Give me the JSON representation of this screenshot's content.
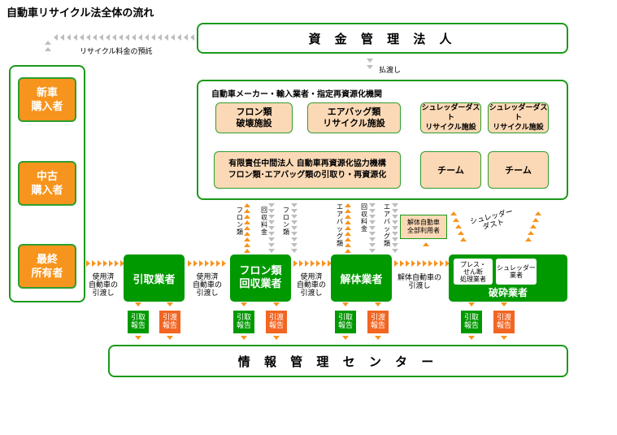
{
  "title": "自動車リサイクル法全体の流れ",
  "fund": {
    "label": "資 金 管 理 法 人",
    "deposit_label": "リサイクル料金の預託",
    "payment_label": "払渡し"
  },
  "makers": {
    "heading": "自動車メーカー・輸入業者・指定再資源化機関",
    "freon_facility": "フロン類\n破壊施設",
    "airbag_facility": "エアバッグ類\nリサイクル施設",
    "shredder_facility_1": "シュレッダーダスト\nリサイクル施設",
    "shredder_facility_2": "シュレッダーダスト\nリサイクル施設",
    "cooperative": "有限責任中間法人 自動車再資源化協力機構\nフロン類･エアバッグ類の引取り・再資源化",
    "team_1": "チーム",
    "team_2": "チーム"
  },
  "owners": {
    "new": "新車\n購入者",
    "used": "中古\n購入者",
    "final": "最終\n所有者"
  },
  "operators": {
    "hikitori": "引取業者",
    "freon": "フロン類\n回収業者",
    "kaitai": "解体業者",
    "hasai": "破砕業者",
    "press": "プレス・\nせん断\n処理業者",
    "shredder": "シュレッダー\n業者"
  },
  "flow_labels": {
    "used_car_1": "使用済\n自動車の\n引渡し",
    "used_car_2": "使用済\n自動車の\n引渡し",
    "used_car_3": "使用済\n自動車の\n引渡し",
    "scrap_car": "解体自動車の\n引渡し",
    "freon_up": "フロン類",
    "freon_fee": "回収料金",
    "freon_down": "フロン類",
    "airbag_up": "エアバッグ類",
    "airbag_fee": "回収料金",
    "airbag_down": "エアバッグ類",
    "shredder_dust": "シュレッダー\nダスト",
    "all_user": "解体自動車\n全部利用者"
  },
  "reports": {
    "r1": "引取\n報告",
    "r2": "引渡\n報告",
    "r3": "引取\n報告",
    "r4": "引渡\n報告",
    "r5": "引取\n報告",
    "r6": "引渡\n報告",
    "r7": "引取\n報告",
    "r8": "引渡\n報告"
  },
  "info_center": "情 報 管 理 セ ン タ ー",
  "colors": {
    "green": "#009900",
    "orange": "#f7941d",
    "peach": "#fcd9b6",
    "red_orange": "#f26522",
    "gray": "#bdbdbd"
  }
}
